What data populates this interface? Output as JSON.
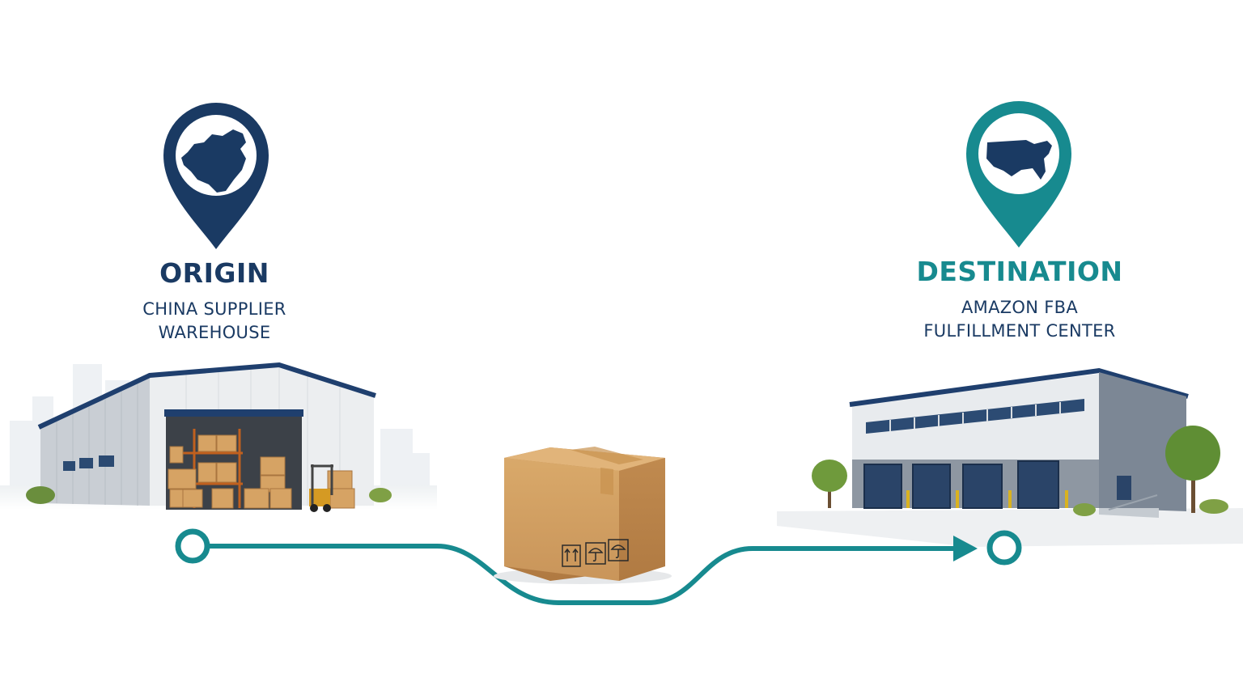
{
  "origin": {
    "title": "ORIGIN",
    "subtitle_lines": [
      "CHINA SUPPLIER",
      "WAREHOUSE"
    ],
    "pin_icon": "china-map-icon",
    "color": "#1a3a63"
  },
  "destination": {
    "title": "DESTINATION",
    "subtitle_lines": [
      "AMAZON FBA",
      "FULFILLMENT CENTER"
    ],
    "pin_icon": "usa-map-icon",
    "color": "#178a8f"
  },
  "route": {
    "color": "#178a8f",
    "subtitle_color": "#1a3a63"
  },
  "package": {
    "icon": "cardboard-box-icon",
    "symbols": [
      "this-way-up-icon",
      "keep-dry-icon",
      "keep-dry-icon"
    ]
  }
}
